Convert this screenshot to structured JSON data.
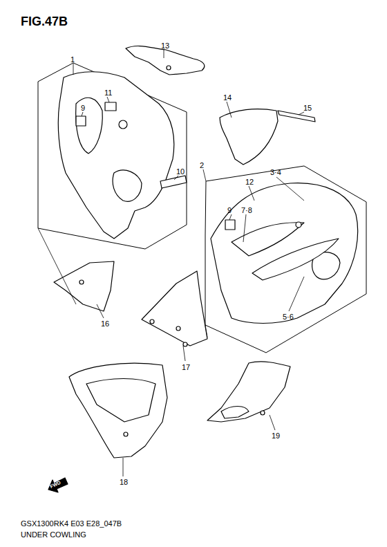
{
  "diagram": {
    "title": "FIG.47B",
    "labels": [
      "13",
      "1",
      "11",
      "9",
      "10",
      "14",
      "15",
      "2",
      "3·4",
      "12",
      "9",
      "7·8",
      "16",
      "5·6",
      "17",
      "19",
      "18",
      "FWD",
      "GSX1300RK4 E03 E28_047B",
      "UNDER COWLING"
    ]
  }
}
